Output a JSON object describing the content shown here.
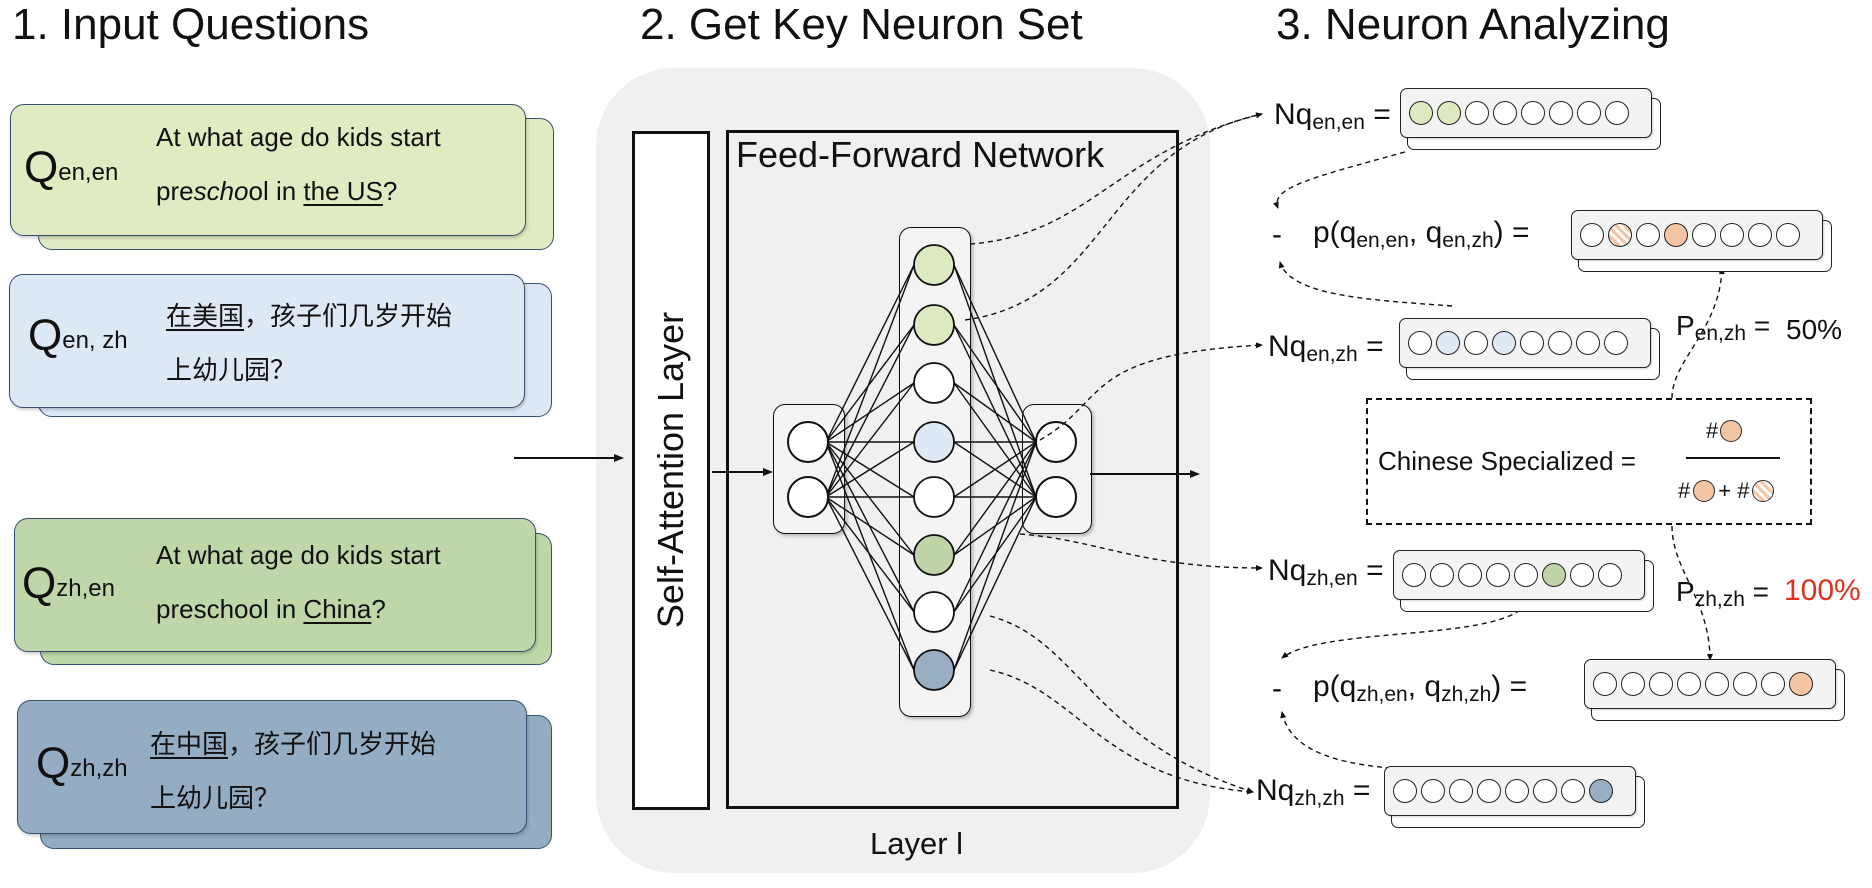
{
  "headings": {
    "step1": "1. Input Questions",
    "step2": "2. Get Key Neuron Set",
    "step3": "3. Neuron Analyzing"
  },
  "questions": [
    {
      "symbol": "Q",
      "subscript": "en,en",
      "line1": "At what age do kids start",
      "line2_pre": "pre",
      "line2_italic": "scho",
      "line2_mid": "ol in ",
      "line2_ul": "the US",
      "line2_end": "?",
      "color": "#e1ebc2"
    },
    {
      "symbol": "Q",
      "subscript": "en, zh",
      "line1_ul": "在美国",
      "line1_rest": "，孩子们几岁开始",
      "line2": "上幼儿园？",
      "color": "#dde8f5"
    },
    {
      "symbol": "Q",
      "subscript": "zh,en",
      "line1": "At what age do kids start",
      "line2_pre": "preschool in ",
      "line2_ul": "China",
      "line2_end": "?",
      "color": "#bfd7a8"
    },
    {
      "symbol": "Q",
      "subscript": "zh,zh",
      "line1_ul": "在中国",
      "line1_rest": "，孩子们几岁开始",
      "line2": "上幼儿园？",
      "color": "#94adc2"
    }
  ],
  "model": {
    "self_attention_label": "Self-Attention Layer",
    "ffn_label": "Feed-Forward Network",
    "layer_label": "Layer l",
    "neuron_colors": [
      "#dde9bf",
      "#dde9bf",
      "#ffffff",
      "#dfe9f5",
      "#ffffff",
      "#bfd5a8",
      "#ffffff",
      "#97aec3"
    ]
  },
  "analysis": {
    "n_symbol": "Nq",
    "equals": "=",
    "minus": "-",
    "sets": [
      {
        "sub": "en,en",
        "cells": [
          "#dde9bf",
          "#dde9bf",
          "#fff",
          "#fff",
          "#fff",
          "#fff",
          "#fff",
          "#fff"
        ]
      },
      {
        "sub": "en,zh",
        "cells": [
          "#fff",
          "#dfe9f5",
          "#fff",
          "#dfe9f5",
          "#fff",
          "#fff",
          "#fff",
          "#fff"
        ]
      },
      {
        "sub": "zh,en",
        "cells": [
          "#fff",
          "#fff",
          "#fff",
          "#fff",
          "#fff",
          "#bfd5a8",
          "#fff",
          "#fff"
        ]
      },
      {
        "sub": "zh,zh",
        "cells": [
          "#fff",
          "#fff",
          "#fff",
          "#fff",
          "#fff",
          "#fff",
          "#fff",
          "#97aec3"
        ]
      }
    ],
    "pairs": [
      {
        "text_pre": "p(q",
        "sub1": "en,en",
        "mid": ", q",
        "sub2": "en,zh",
        "end": ") =",
        "cells": [
          "#fff",
          "hatch",
          "#fff",
          "#f3c5a4",
          "#fff",
          "#fff",
          "#fff",
          "#fff"
        ]
      },
      {
        "text_pre": "p(q",
        "sub1": "zh,en",
        "mid": ", q",
        "sub2": "zh,zh",
        "end": ") =",
        "cells": [
          "#fff",
          "#fff",
          "#fff",
          "#fff",
          "#fff",
          "#fff",
          "#fff",
          "#f3c5a4"
        ]
      }
    ],
    "p_en": {
      "symbol": "P",
      "sub": "en,zh",
      "eq": "=",
      "value": "50%"
    },
    "p_zh": {
      "symbol": "P",
      "sub": "zh,zh",
      "eq": "=",
      "value": "100%",
      "value_color": "#e03020"
    },
    "specialized": {
      "label": "Chinese Specialized =",
      "num_hash": "#",
      "den_hash1": "#",
      "den_plus": "+ #"
    }
  }
}
